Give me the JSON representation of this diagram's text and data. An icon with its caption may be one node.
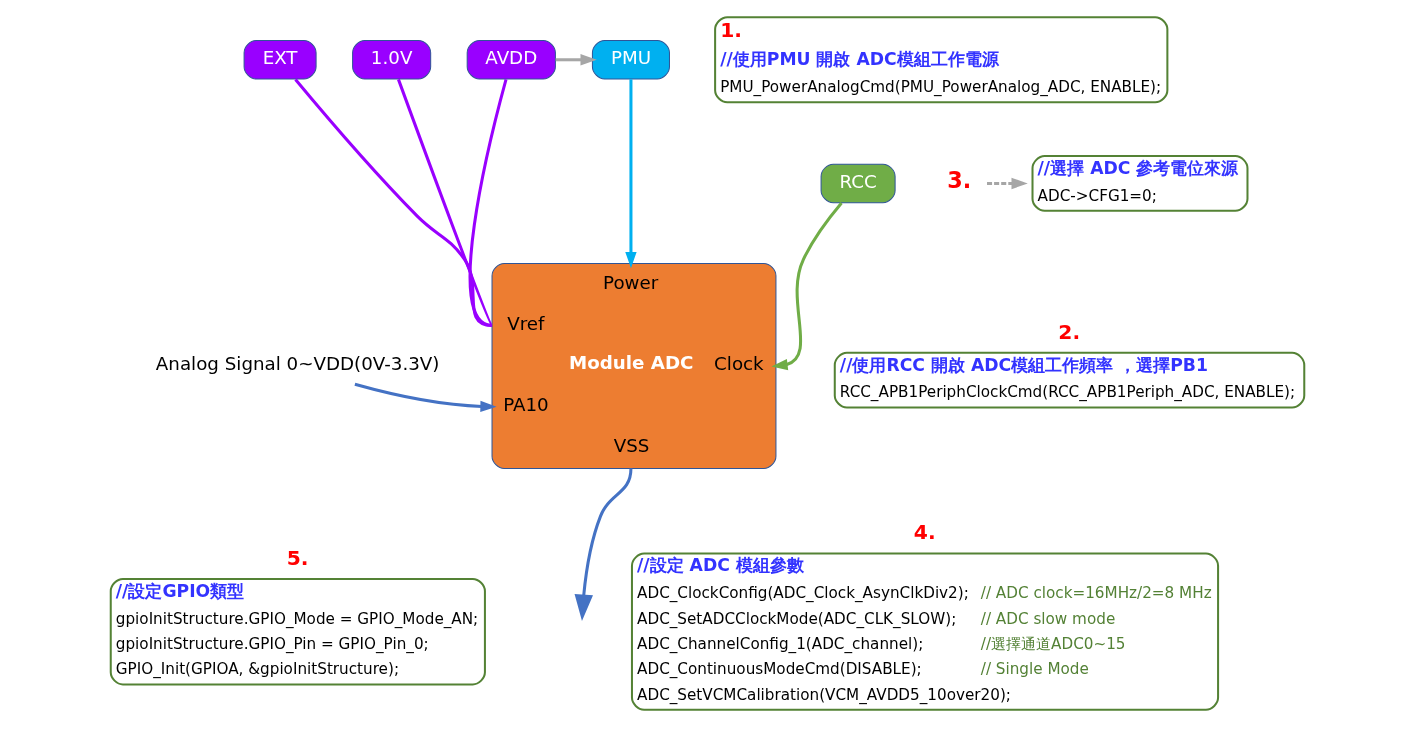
{
  "diagram": {
    "nodes": [
      {
        "text": [
          "EXT"
        ]
      },
      {
        "text": [
          "1.0V"
        ]
      },
      {
        "text": [
          "AVDD"
        ]
      },
      {
        "text": [
          "PMU"
        ]
      },
      {
        "text": [
          "RCC"
        ]
      },
      {
        "text": [
          "Power",
          "Vref",
          "Clock",
          "Module ADC",
          "PA10",
          "VSS"
        ]
      },
      {
        "text": [
          "Analog Signal 0~VDD(0V-3.3V)"
        ]
      },
      {
        "text": [
          "1.",
          "//使用PMU 開啟 ADC模組工作電源",
          "PMU_PowerAnalogCmd(PMU_PowerAnalog_ADC, ENABLE);"
        ]
      },
      {
        "text": [
          "//使用RCC 開啟 ADC模組工作頻率 ，選擇PB1",
          "RCC_APB1PeriphClockCmd(RCC_APB1Periph_ADC, ENABLE);"
        ],
        "beside": [
          "2."
        ]
      },
      {
        "text": [
          "//選擇 ADC 參考電位來源",
          "ADC->CFG1=0;"
        ]
      },
      {
        "text": [
          "3."
        ]
      },
      {
        "text": [
          "//設定 ADC 模組參數",
          "ADC_ClockConfig(ADC_Clock_AsynClkDiv2);",
          "// ADC clock=16MHz/2=8 MHz",
          "ADC_SetADCClockMode(ADC_CLK_SLOW);",
          "// ADC slow mode",
          "ADC_ChannelConfig_1(ADC_channel);",
          "//選擇通道ADC0~15",
          "ADC_ContinuousModeCmd(DISABLE);",
          "// Single Mode",
          "ADC_SetVCMCalibration(VCM_AVDD5_10over20);"
        ],
        "beside": [
          "4."
        ]
      },
      {
        "text": [
          "//設定GPIO類型",
          "gpioInitStructure.GPIO_Mode = GPIO_Mode_AN;",
          "gpioInitStructure.GPIO_Pin = GPIO_Pin_0;",
          "GPIO_Init(GPIOA, &gpioInitStructure);"
        ],
        "beside": [
          "5."
        ]
      }
    ],
    "edges": [
      {
        "from": 0,
        "to": 5,
        "arrow": "none",
        "color": "#9900ff"
      },
      {
        "from": 1,
        "to": 5,
        "arrow": "none",
        "color": "#9900ff"
      },
      {
        "from": 2,
        "to": 5,
        "arrow": "none",
        "color": "#9900ff"
      },
      {
        "from": 2,
        "to": 3,
        "arrow": "to",
        "color": "#a6a6a6"
      },
      {
        "from": 3,
        "to": 5,
        "arrow": "to",
        "color": "#00b0f0"
      },
      {
        "from": 4,
        "to": 5,
        "arrow": "to",
        "color": "#70ad47"
      },
      {
        "from": 6,
        "to": 5,
        "arrow": "to",
        "color": "#4472c4"
      },
      {
        "from": 5,
        "to": null,
        "arrow": "to",
        "color": "#4472c4"
      },
      {
        "from": 10,
        "to": 9,
        "arrow": "to",
        "style": "dashed",
        "color": "#a6a6a6"
      }
    ]
  }
}
